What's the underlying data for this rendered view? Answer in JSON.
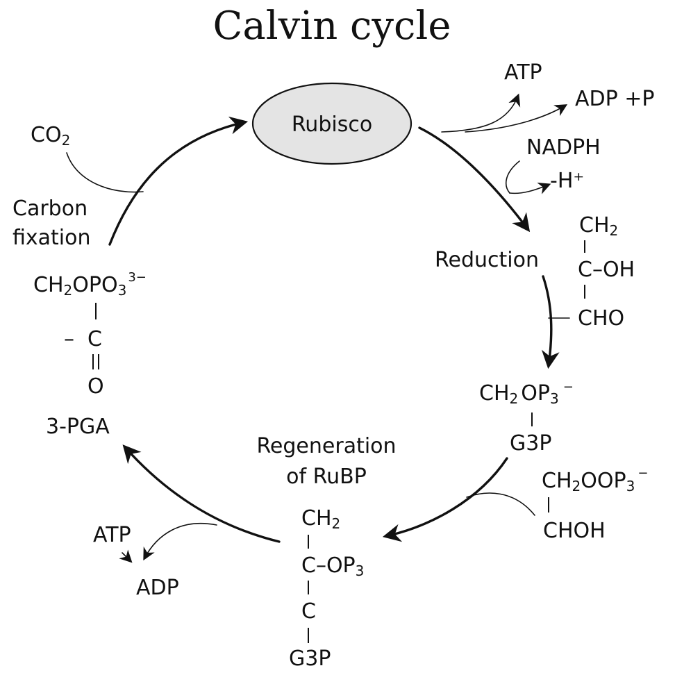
{
  "title": "Calvin cycle",
  "enzyme": "Rubisco",
  "stages": {
    "carbon_fixation": [
      "Carbon",
      "fixation"
    ],
    "reduction": "Reduction",
    "regeneration": [
      "Regeneration",
      "of RuBP"
    ]
  },
  "molecules": {
    "co2": {
      "base": "CO",
      "sub": "2"
    },
    "atp_top": "ATP",
    "adp_p": "ADP +P",
    "nadph": "NADPH",
    "h_plus": "-H⁺",
    "reduction_struct": {
      "ch2_base": "CH",
      "ch2_sub": "2",
      "c_oh": "C–OH",
      "cho": "CHO"
    },
    "g3p_phosphate": {
      "pre": "CH",
      "sub": "2",
      "post": "OP",
      "tail_sub": "3",
      "charge": "−"
    },
    "g3p": "G3P",
    "phosphate_right": {
      "pre": "CH",
      "sub": "2",
      "post": "OOP",
      "tail_sub": "3",
      "charge": "−",
      "choh": "CHOH"
    },
    "regen_struct": {
      "ch2_base": "CH",
      "ch2_sub": "2",
      "c_op": "C–OP",
      "op_sub": "3",
      "c": "C",
      "g3p": "G3P"
    },
    "left_struct": {
      "pre": "CH",
      "sub": "2",
      "post": "OPO",
      "tail_sub": "3",
      "charge": "3−",
      "c": "C",
      "dash": "–",
      "eq": "=",
      "o": "O"
    },
    "pga": "3-PGA",
    "atp_bottom": "ATP",
    "adp_bottom": "ADP"
  },
  "colors": {
    "enzyme_fill": "#e4e4e4",
    "ink": "#111111"
  }
}
